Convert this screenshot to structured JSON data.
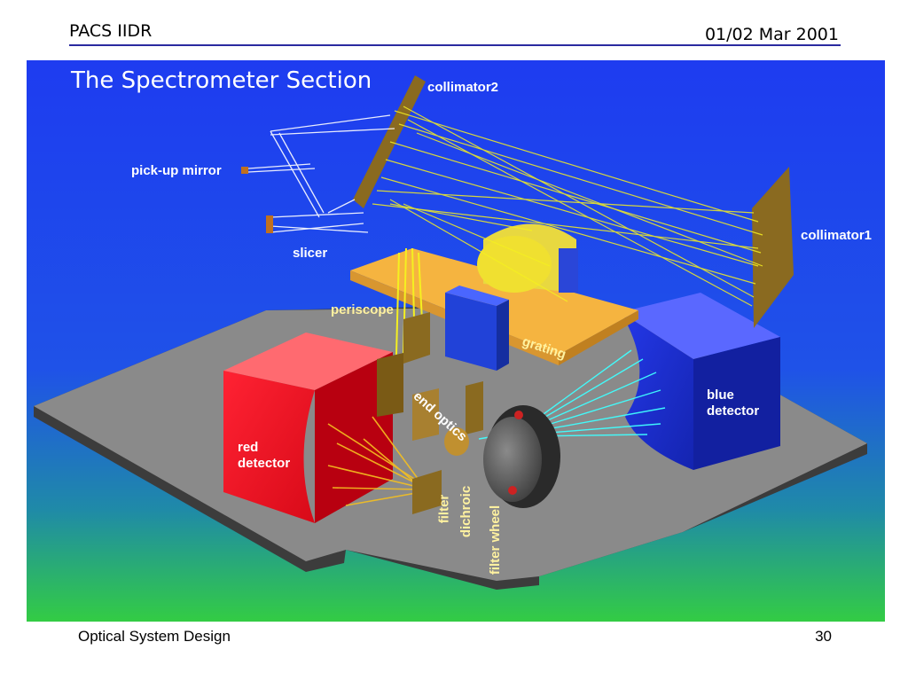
{
  "header": {
    "left": "PACS IIDR",
    "right": "01/02 Mar 2001"
  },
  "slide": {
    "title": "The Spectrometer Section"
  },
  "labels": {
    "collimator2": "collimator2",
    "pickup_mirror": "pick-up mirror",
    "collimator1": "collimator1",
    "slicer": "slicer",
    "periscope": "periscope",
    "grating": "grating",
    "end_optics": "end optics",
    "blue_detector_1": "blue",
    "blue_detector_2": "detector",
    "red_detector_1": "red",
    "red_detector_2": "detector",
    "filter": "filter",
    "dichroic": "dichroic",
    "filter_wheel": "filter wheel"
  },
  "footer": {
    "left": "Optical System Design",
    "right": "30"
  },
  "colors": {
    "background_top": "#1e3cf0",
    "background_bottom": "#33cc44",
    "bench": "#808080",
    "red_detector": "#ee1122",
    "blue_detector": "#1b2fd8",
    "beam_yellow": "#f5f020",
    "beam_cyan": "#40ffff",
    "grating_plate": "#f5b440",
    "collimator": "#8a6a20"
  }
}
